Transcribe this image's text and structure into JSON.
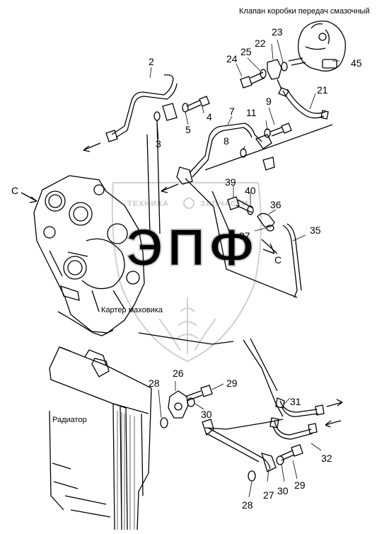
{
  "captions": {
    "valve": "Клапан коробки передач смазочный",
    "flywheel_housing": "Картер маховика",
    "radiator": "Радиатор"
  },
  "callouts": [
    "2",
    "3",
    "4",
    "5",
    "7",
    "8",
    "9",
    "11",
    "21",
    "22",
    "23",
    "24",
    "25",
    "27",
    "26",
    "28",
    "29",
    "30",
    "31",
    "32",
    "35",
    "36",
    "37",
    "39",
    "40",
    "45",
    "C"
  ],
  "watermark": {
    "line1": "ТЕХНИКА",
    "line2": "ЗАПЧАСТИ",
    "logo": "ЭПФ",
    "color": "#c8c8c8"
  },
  "colors": {
    "ink": "#000000",
    "watermark": "#c8c8c8",
    "background": "#ffffff"
  }
}
